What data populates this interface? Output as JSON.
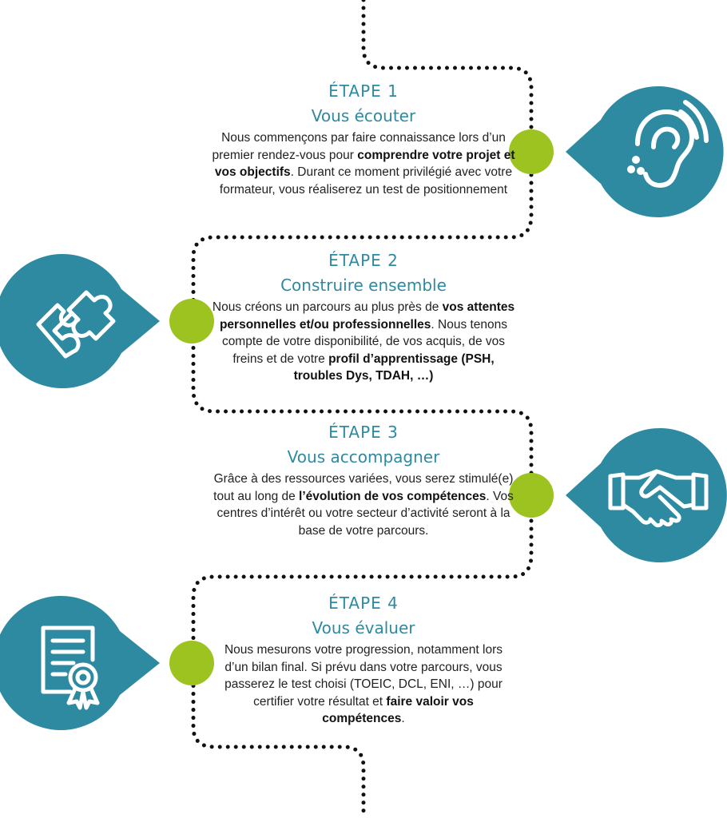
{
  "colors": {
    "teal": "#2e8aa0",
    "green": "#9cc31f",
    "dots": "#111111"
  },
  "steps": [
    {
      "label": "ÉTAPE 1",
      "title": "Vous écouter",
      "icon": "ear-icon",
      "body": [
        {
          "t": "Nous commençons par faire connaissance lors d’un premier rendez-vous pour "
        },
        {
          "t": "comprendre votre projet et vos objectifs",
          "b": true
        },
        {
          "t": ". Durant ce moment privilégié avec votre formateur, vous réaliserez un test de positionnement"
        }
      ]
    },
    {
      "label": "ÉTAPE 2",
      "title": "Construire ensemble",
      "icon": "puzzle-icon",
      "body": [
        {
          "t": "Nous créons un parcours au plus près de "
        },
        {
          "t": "vos attentes personnelles et/ou professionnelles",
          "b": true
        },
        {
          "t": ". Nous tenons compte de votre disponibilité, de vos acquis, de vos freins et de votre "
        },
        {
          "t": "profil d’apprentissage",
          "b": true
        },
        {
          "t": " "
        },
        {
          "t": "(PSH, troubles Dys, TDAH, …)",
          "b": true
        }
      ]
    },
    {
      "label": "ÉTAPE 3",
      "title": "Vous accompagner",
      "icon": "handshake-icon",
      "body": [
        {
          "t": "Grâce à des ressources variées, vous serez stimulé(e) tout au long de "
        },
        {
          "t": "l’évolution de vos compétences",
          "b": true
        },
        {
          "t": ". Vos centres d’intérêt ou votre secteur d’activité seront à la base de votre parcours."
        }
      ]
    },
    {
      "label": "ÉTAPE 4",
      "title": "Vous évaluer",
      "icon": "certificate-icon",
      "body": [
        {
          "t": "Nous mesurons votre progression, notamment lors d’un bilan final. Si prévu dans votre parcours, vous passerez le test choisi (TOEIC, DCL, ENI, …) pour certifier votre résultat et "
        },
        {
          "t": "faire valoir vos compétences",
          "b": true
        },
        {
          "t": "."
        }
      ]
    }
  ]
}
